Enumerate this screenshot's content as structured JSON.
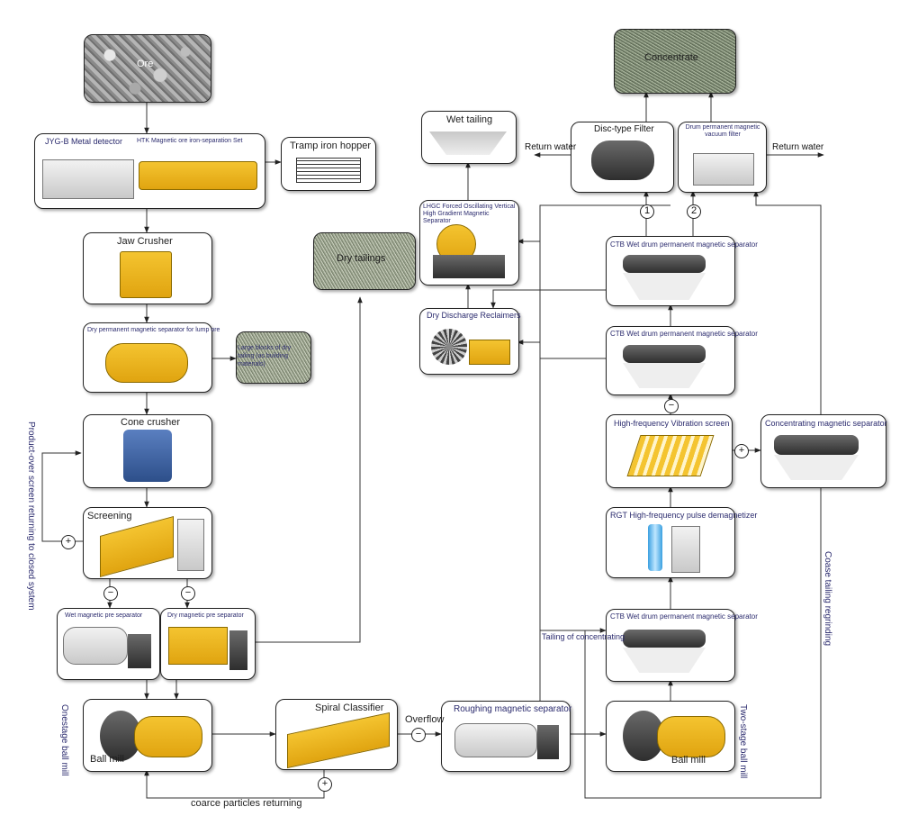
{
  "labels": {
    "ore": "Ore",
    "metal_detector": "JYG-B Metal detector",
    "iron_separation": "HTK Magnetic ore iron-separation Set",
    "tramp_hopper": "Tramp iron hopper",
    "jaw_crusher": "Jaw Crusher",
    "dry_perm_lump": "Dry permanent magnetic separator for lump ore",
    "large_blocks": "Large blocks of dry tailing (as building materials)",
    "cone_crusher": "Cone crusher",
    "screening": "Screening",
    "wet_pre": "Wet magnetic pre separator",
    "dry_pre": "Dry magnetic pre separator",
    "ball_mill_1": "Ball mill",
    "one_stage": "Onestage ball mill",
    "spiral_classifier": "Spiral Classifier",
    "coarse_returning": "coarce particles returning",
    "overflow": "Overflow",
    "roughing_sep": "Roughing magnetic separator",
    "ball_mill_2": "Ball mill",
    "two_stage": "Two-stage ball mill",
    "dry_tailings": "Dry tailings",
    "wet_tailing": "Wet tailing",
    "vertical_ring": "LHGC Forced Oscillating Vertical High Gradient Magnetic Separator",
    "dry_discharge": "Dry Discharge Reclaimers",
    "concentrate": "Concentrate",
    "disc_filter": "Disc-type Filter",
    "drum_filter": "Drum permanent magnetic vacuum filter",
    "return_water_left": "Return water",
    "return_water_right": "Return water",
    "ctb_top": "CTB Wet drum permanent magnetic separator",
    "ctb_mid": "CTB Wet drum permanent magnetic separator",
    "ctb_low": "CTB Wet drum permanent magnetic separator",
    "hf_screen": "High-frequency Vibration screen",
    "concentrating_sep": "Concentrating magnetic separator",
    "rgt": "RGT High-frequency pulse demagnetizer",
    "tailing_concentrating": "Tailing of concentrating",
    "coarse_regrinding": "Coase tailing regrinding",
    "product_over_screen": "Product-over screen returning to closed system",
    "circle_1": "1",
    "circle_2": "2",
    "plus": "+",
    "minus": "−"
  }
}
